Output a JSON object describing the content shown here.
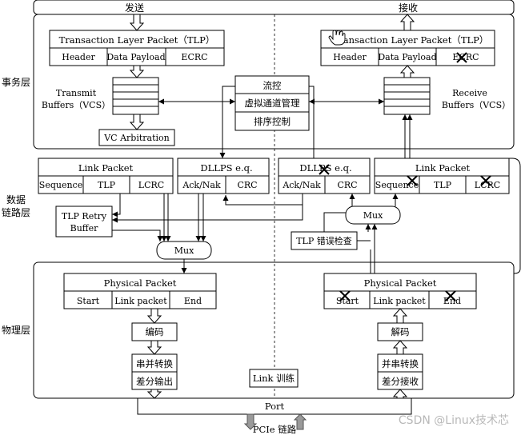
{
  "header": {
    "send": "发送",
    "receive": "接收"
  },
  "layers": {
    "transaction": "事务层",
    "datalink_1": "数据",
    "datalink_2": "链路层",
    "physical": "物理层"
  },
  "transmit": {
    "tlp_title": "Transaction Layer Packet（TLP）",
    "tlp_header": "Header",
    "tlp_payload": "Data Payload",
    "tlp_ecrc": "ECRC",
    "buffers_1": "Transmit",
    "buffers_2": "Buffers（VCS）",
    "vc_arbitration": "VC Arbitration",
    "link_packet_title": "Link Packet",
    "lp_sequence": "Sequence",
    "lp_tlp": "TLP",
    "lp_lcrc": "LCRC",
    "dllp_title": "DLLPS e.q.",
    "dllp_acknak": "Ack/Nak",
    "dllp_crc": "CRC",
    "retry_1": "TLP Retry",
    "retry_2": "Buffer",
    "mux": "Mux",
    "phys_title": "Physical Packet",
    "phys_start": "Start",
    "phys_link": "Link packet",
    "phys_end": "End",
    "encode": "编码",
    "serdes": "串并转换",
    "diff_out": "差分输出"
  },
  "center": {
    "flow_control": "流控",
    "vc_management": "虚拟通道管理",
    "ordering": "排序控制",
    "link_training": "Link 训练",
    "port": "Port",
    "pcie_link": "PCIe 链路"
  },
  "receive": {
    "tlp_title": "Transaction Layer Packet（TLP）",
    "tlp_header": "Header",
    "tlp_payload": "Data Payload",
    "tlp_ecrc": "ECRC",
    "buffers_1": "Receive",
    "buffers_2": "Buffers（VCS）",
    "link_packet_title": "Link Packet",
    "lp_sequence": "Sequence",
    "lp_tlp": "TLP",
    "lp_lcrc": "LCRC",
    "dllp_title": "DLLPS e.q.",
    "dllp_acknak": "Ack/Nak",
    "dllp_crc": "CRC",
    "mux": "Mux",
    "tlp_check": "TLP 错误检查",
    "phys_title": "Physical Packet",
    "phys_start": "Start",
    "phys_link": "Link packet",
    "phys_end": "End",
    "decode": "解码",
    "deser": "并串转换",
    "diff_in": "差分接收"
  },
  "watermark": "CSDN @Linux技术芯",
  "colors": {
    "line": "#000000",
    "watermark": "#b8b8b8",
    "arrow_fill": "#ffffff",
    "port_arrow": "#9a9a9a"
  }
}
